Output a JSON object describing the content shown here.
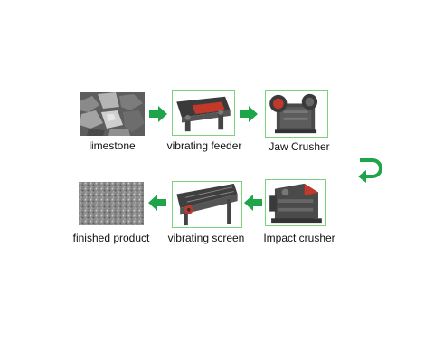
{
  "colors": {
    "arrow_green": "#1ea54a",
    "frame_green": "#7ad37a",
    "label_text": "#111111"
  },
  "stages": [
    {
      "id": "limestone",
      "label": "limestone",
      "icon": "limestone-rocks-image"
    },
    {
      "id": "vibrating-feeder",
      "label": "vibrating feeder",
      "icon": "vibrating-feeder-image"
    },
    {
      "id": "jaw-crusher",
      "label": "Jaw Crusher",
      "icon": "jaw-crusher-image"
    },
    {
      "id": "impact-crusher",
      "label": "Impact crusher",
      "icon": "impact-crusher-image"
    },
    {
      "id": "vibrating-screen",
      "label": "vibrating screen",
      "icon": "vibrating-screen-image"
    },
    {
      "id": "finished-product",
      "label": "finished product",
      "icon": "gravel-pile-image"
    }
  ],
  "arrows": [
    {
      "from": "limestone",
      "to": "vibrating-feeder",
      "direction": "right"
    },
    {
      "from": "vibrating-feeder",
      "to": "jaw-crusher",
      "direction": "right"
    },
    {
      "from": "jaw-crusher",
      "to": "impact-crusher",
      "direction": "u-turn-down"
    },
    {
      "from": "impact-crusher",
      "to": "vibrating-screen",
      "direction": "left"
    },
    {
      "from": "vibrating-screen",
      "to": "finished-product",
      "direction": "left"
    }
  ]
}
